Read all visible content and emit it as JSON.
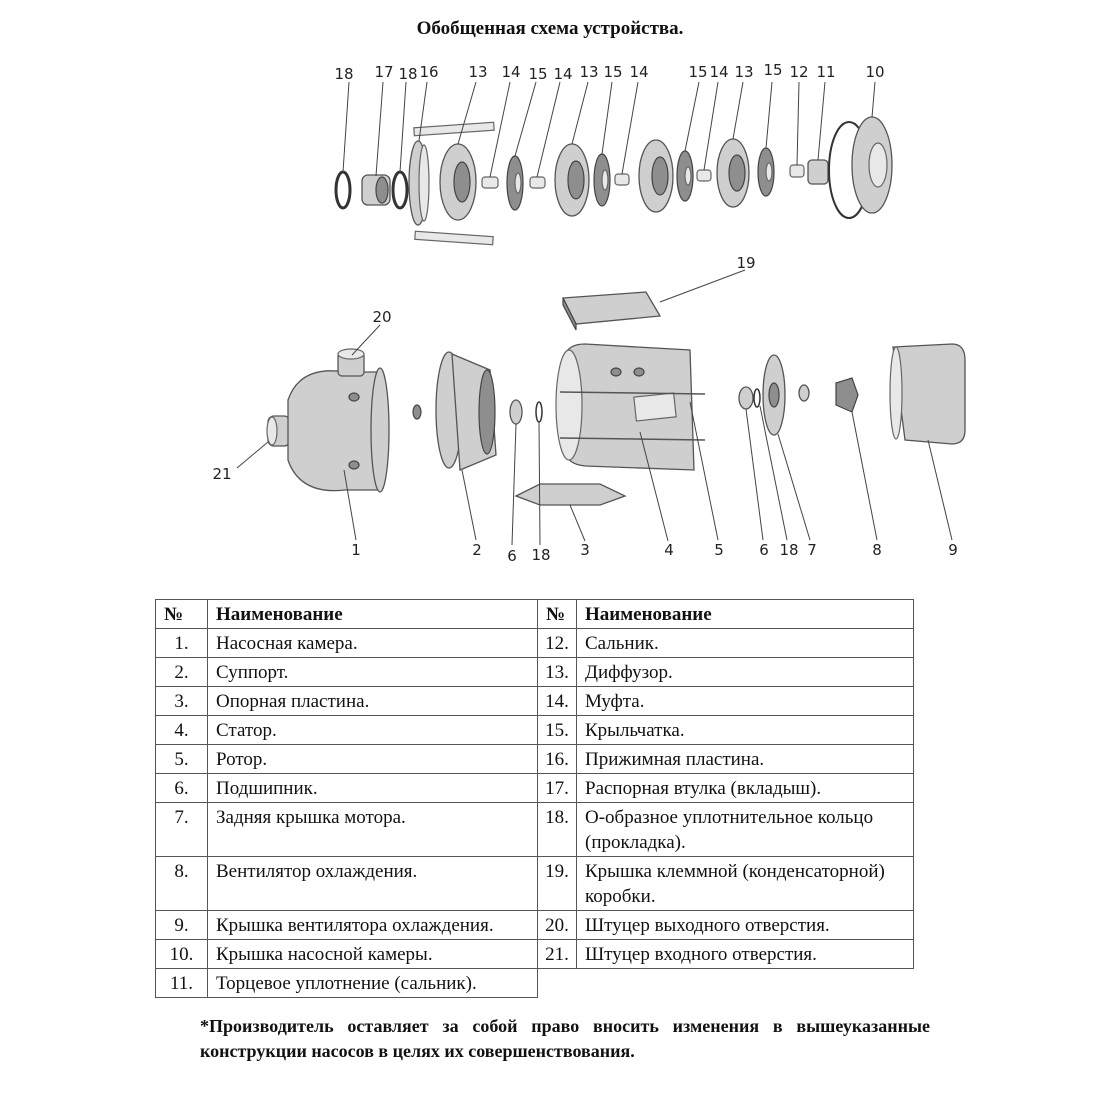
{
  "title": "Обобщенная схема устройства.",
  "diagram_labels": {
    "top_row": [
      "18",
      "17",
      "18",
      "16",
      "13",
      "14",
      "15",
      "14",
      "13",
      "15",
      "14",
      "15",
      "14",
      "13",
      "15",
      "12",
      "11",
      "10"
    ],
    "bottom_row": [
      "20",
      "21",
      "19",
      "1",
      "2",
      "6",
      "18",
      "3",
      "4",
      "5",
      "6",
      "18",
      "7",
      "8",
      "9"
    ]
  },
  "table": {
    "header": {
      "num": "№",
      "name": "Наименование",
      "num2": "№",
      "name2": "Наименование"
    },
    "rows": [
      {
        "n1": "1.",
        "t1": "Насосная камера.",
        "n2": "12.",
        "t2": "Сальник."
      },
      {
        "n1": "2.",
        "t1": "Суппорт.",
        "n2": "13.",
        "t2": "Диффузор."
      },
      {
        "n1": "3.",
        "t1": "Опорная пластина.",
        "n2": "14.",
        "t2": "Муфта."
      },
      {
        "n1": "4.",
        "t1": "Статор.",
        "n2": "15.",
        "t2": "Крыльчатка."
      },
      {
        "n1": "5.",
        "t1": "Ротор.",
        "n2": "16.",
        "t2": "Прижимная пластина."
      },
      {
        "n1": "6.",
        "t1": "Подшипник.",
        "n2": "17.",
        "t2": "Распорная втулка (вкладыш)."
      },
      {
        "n1": "7.",
        "t1": "Задняя крышка мотора.",
        "n2": "18.",
        "t2": "О-образное уплотнительное кольцо (прокладка)."
      },
      {
        "n1": "8.",
        "t1": "Вентилятор охлаждения.",
        "n2": "19.",
        "t2": "Крышка клеммной (конденсаторной) коробки."
      },
      {
        "n1": "9.",
        "t1": "Крышка вентилятора охлаждения.",
        "n2": "20.",
        "t2": "Штуцер выходного отверстия."
      },
      {
        "n1": "10.",
        "t1": "Крышка насосной камеры.",
        "n2": "21.",
        "t2": "Штуцер входного отверстия."
      },
      {
        "n1": "11.",
        "t1": "Торцевое уплотнение (сальник)."
      }
    ]
  },
  "footnote": "*Производитель оставляет за собой право вносить изменения в вышеуказанные конструкции насосов в целях их совершенствования."
}
